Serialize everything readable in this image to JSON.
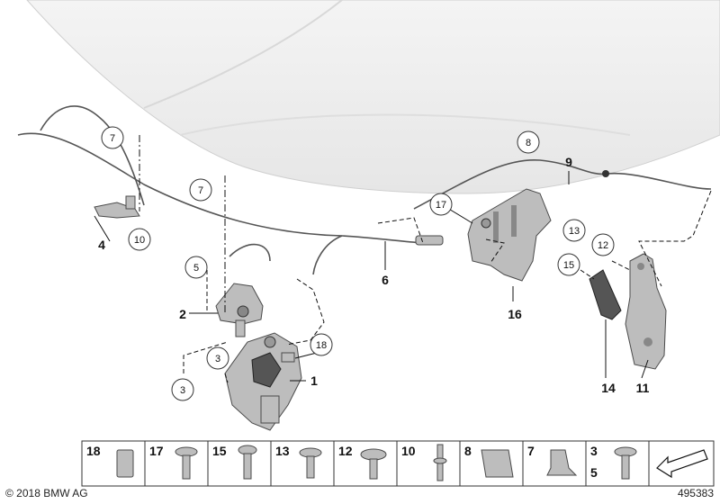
{
  "callouts": {
    "c1": "1",
    "c2": "2",
    "c3a": "3",
    "c3b": "3",
    "c4": "4",
    "c5": "5",
    "c6": "6",
    "c7a": "7",
    "c7b": "7",
    "c8": "8",
    "c9": "9",
    "c10": "10",
    "c11": "11",
    "c12": "12",
    "c13": "13",
    "c14": "14",
    "c15": "15",
    "c16": "16",
    "c17": "17",
    "c18": "18"
  },
  "legend": [
    "18",
    "17",
    "15",
    "13",
    "12",
    "10",
    "8",
    "7",
    "3",
    "5"
  ],
  "footer": {
    "copyright": "© 2018 BMW AG",
    "diagram_id": "495383"
  }
}
